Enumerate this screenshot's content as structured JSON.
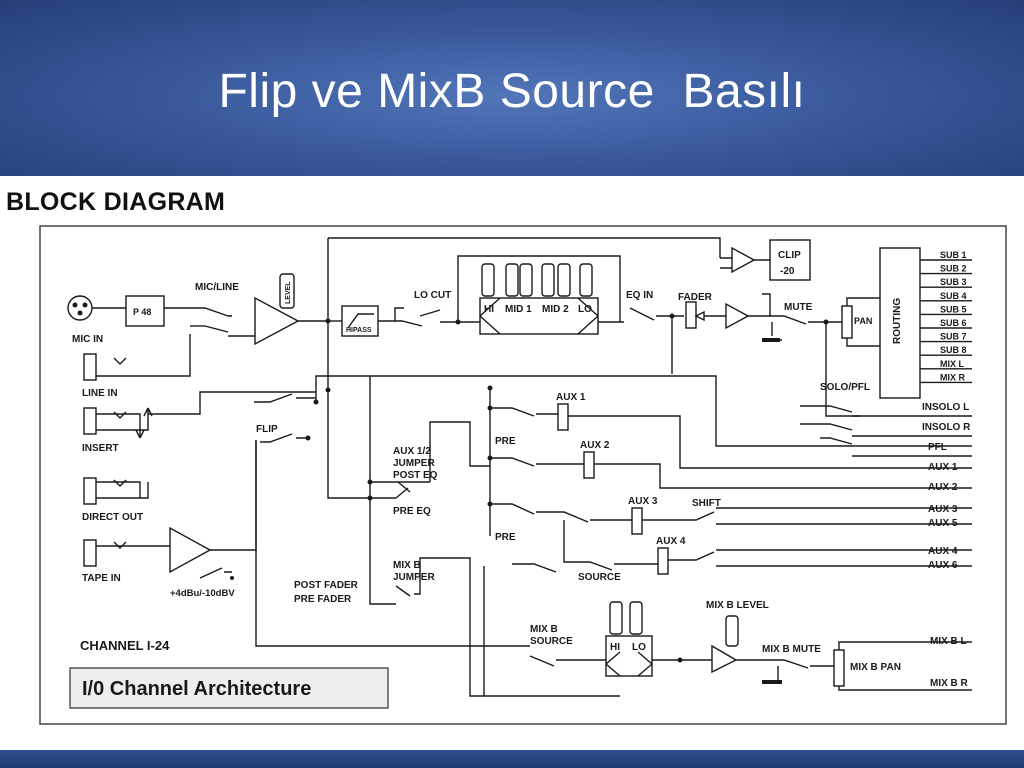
{
  "slide": {
    "title": "Flip ve MixB Source  Basılı"
  },
  "diagram": {
    "heading": "BLOCK DIAGRAM",
    "channel_label": "CHANNEL  I-24",
    "architecture_caption": "I/0 Channel Architecture",
    "inputs": {
      "mic_in": "MIC IN",
      "line_in": "LINE IN",
      "insert": "INSERT",
      "direct_out": "DIRECT OUT",
      "tape_in": "TAPE IN",
      "tape_level": "+4dBu/-10dBV"
    },
    "blocks": {
      "p48": "P 48",
      "mic_line": "MIC/LINE",
      "level": "LEVEL",
      "hipass": "HIPASS",
      "lo_cut": "LO CUT",
      "eq_hi": "HI",
      "eq_mid1": "MID 1",
      "eq_mid2": "MID 2",
      "eq_lo": "LO",
      "eq_in": "EQ IN",
      "fader": "FADER",
      "clip": "CLIP",
      "clip_value": "-20",
      "mute": "MUTE",
      "pan": "PAN",
      "routing": "ROUTING",
      "solo_pfl": "SOLO/PFL",
      "flip": "FLIP",
      "aux1": "AUX 1",
      "aux2": "AUX 2",
      "aux3": "AUX 3",
      "aux4": "AUX 4",
      "pre_top": "PRE",
      "pre_bottom": "PRE",
      "aux12_jumper_1": "AUX 1/2",
      "aux12_jumper_2": "JUMPER",
      "aux12_jumper_3": "POST EQ",
      "pre_eq": "PRE EQ",
      "shift": "SHIFT",
      "source": "SOURCE",
      "mixb_jumper_1": "MIX B",
      "mixb_jumper_2": "JUMPER",
      "post_fader": "POST FADER",
      "pre_fader": "PRE FADER",
      "mixb_source_1": "MIX B",
      "mixb_source_2": "SOURCE",
      "mixb_hi": "HI",
      "mixb_lo": "LO",
      "mixb_level": "MIX B  LEVEL",
      "mixb_mute": "MIX B  MUTE",
      "mixb_pan": "MIX B  PAN"
    },
    "outputs": {
      "subs": [
        "SUB 1",
        "SUB 2",
        "SUB 3",
        "SUB 4",
        "SUB 5",
        "SUB 6",
        "SUB 7",
        "SUB 8",
        "MIX L",
        "MIX R"
      ],
      "insolo_l": "INSOLO L",
      "insolo_r": "INSOLO R",
      "pfl": "PFL",
      "aux_out_1": "AUX 1",
      "aux_out_2": "AUX 2",
      "aux_out_3": "AUX 3",
      "aux_out_5": "AUX 5",
      "aux_out_4": "AUX 4",
      "aux_out_6": "AUX 6",
      "mixb_l": "MIX B  L",
      "mixb_r": "MIX B  R"
    }
  }
}
